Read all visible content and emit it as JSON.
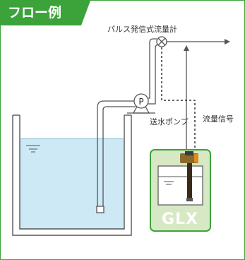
{
  "title": "フロー例",
  "labels": {
    "flowmeter": "パルス発信式流量計",
    "pump": "送水ポンプ",
    "signal": "流量信号",
    "controller": "GLX"
  },
  "colors": {
    "accent": "#3ca33a",
    "controller_bg": "#d7e9c4",
    "water": "#cde9f5",
    "line": "#555555"
  }
}
